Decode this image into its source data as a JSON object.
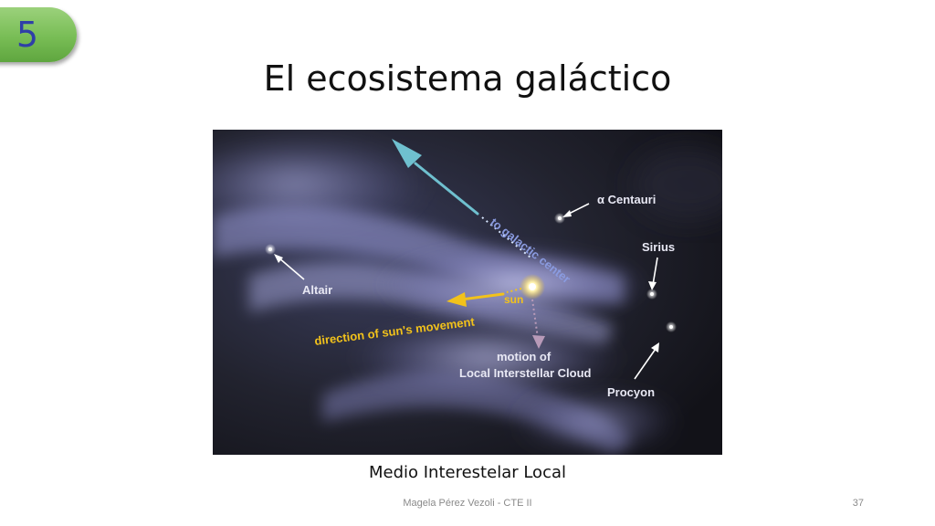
{
  "slide": {
    "number": "5",
    "title": "El ecosistema galáctico",
    "caption": "Medio Interestelar Local",
    "footer": "Magela Pérez Vezoli - CTE II",
    "page_number": "37"
  },
  "figure": {
    "labels": {
      "centauri": "α Centauri",
      "sirius": "Sirius",
      "altair": "Altair",
      "procyon": "Procyon",
      "sun": "sun",
      "galactic_center": "to galactic center",
      "sun_direction": "direction of sun's movement",
      "cloud_motion_1": "motion of",
      "cloud_motion_2": "Local Interstellar Cloud"
    },
    "colors": {
      "galactic_arrow": "#6fc0cf",
      "sun_arrow": "#f2c21b",
      "cloud_arrow": "#b89ab8",
      "badge": "#78bd55",
      "badge_text": "#2f3fa8"
    }
  }
}
